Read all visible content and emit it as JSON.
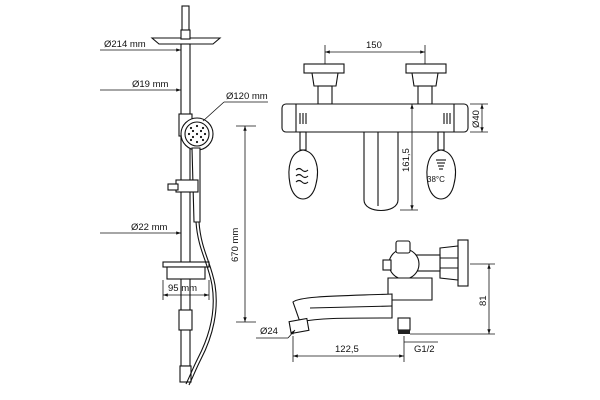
{
  "shower_set": {
    "dims": {
      "head_diameter": "Ø214 mm",
      "pipe_diameter": "Ø19 mm",
      "hand_shower_diameter": "Ø120 mm",
      "rail_diameter": "Ø22 mm",
      "soap_dish_width": "95 mm",
      "total_height": "670 mm"
    }
  },
  "mixer_front": {
    "dims": {
      "center_distance": "150",
      "depth": "161,5",
      "body_diameter": "Ø40"
    },
    "temp_label": "38°C"
  },
  "mixer_side": {
    "dims": {
      "height": "81",
      "spout_diameter": "Ø24",
      "spout_reach": "122,5",
      "thread": "G1/2"
    }
  },
  "colors": {
    "line": "#111111",
    "background": "#ffffff"
  }
}
